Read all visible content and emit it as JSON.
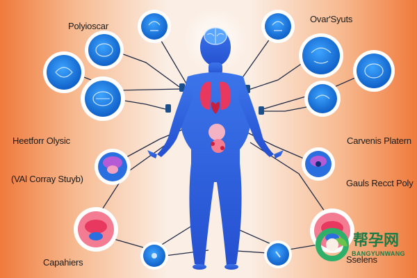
{
  "labels": {
    "top_left": "Polyioscar",
    "top_right": "Ovar'Syuts",
    "mid_left": "Heetforr Olysic",
    "mid_right": "Carvenis Platern",
    "low_left": "(VAl Corray Stuyb)",
    "low_right": "Gauls Recct Poly",
    "bottom_left": "Capahiers",
    "bottom_right": "Sselens"
  },
  "watermark": {
    "text_cn": "帮孕网",
    "text_en": "BANGYUNWANG"
  },
  "colors": {
    "background_edge": "#f07a3c",
    "background_center": "#fbeee4",
    "figure": "#2f63e0",
    "node_fill": "#1b7fe6",
    "node_ring": "#ffffff",
    "organ": "#e8385f",
    "watermark": "#1e7b46"
  },
  "icons": [
    "human-figure-icon",
    "brain-icon",
    "lungs-icon",
    "heart-icon",
    "ovary-icon",
    "uterus-icon"
  ]
}
